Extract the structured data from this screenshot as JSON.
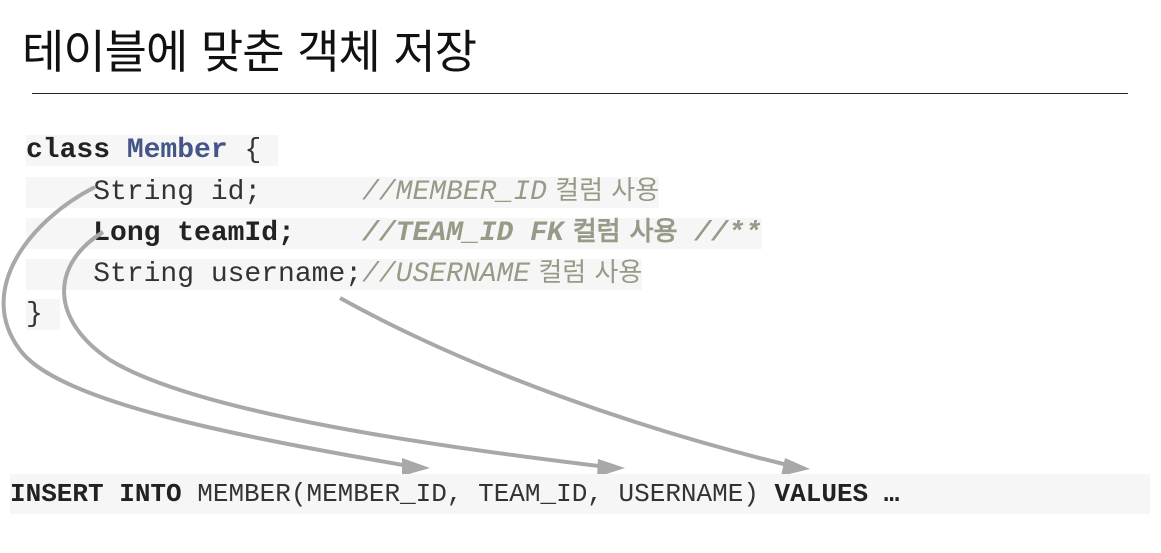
{
  "title": "테이블에 맞춘 객체 저장",
  "code": {
    "class_kw": "class",
    "class_name": "Member",
    "open_brace": " {",
    "line1_code": "    String id;      ",
    "line1_comment_en": "//MEMBER_ID",
    "line1_comment_ko": " 컬럼 사용",
    "line2_code": "    Long teamId;    ",
    "line2_comment_en": "//TEAM_ID FK",
    "line2_comment_ko": " 컬럼 사용",
    "line2_comment_tail": " //**",
    "line3_code": "    String username;",
    "line3_comment_en": "//USERNAME",
    "line3_comment_ko": " 컬럼 사용",
    "close_brace": "}"
  },
  "sql": {
    "kw1": "INSERT INTO",
    "body": " MEMBER(MEMBER_ID, TEAM_ID, USERNAME) ",
    "kw2": "VALUES …"
  }
}
